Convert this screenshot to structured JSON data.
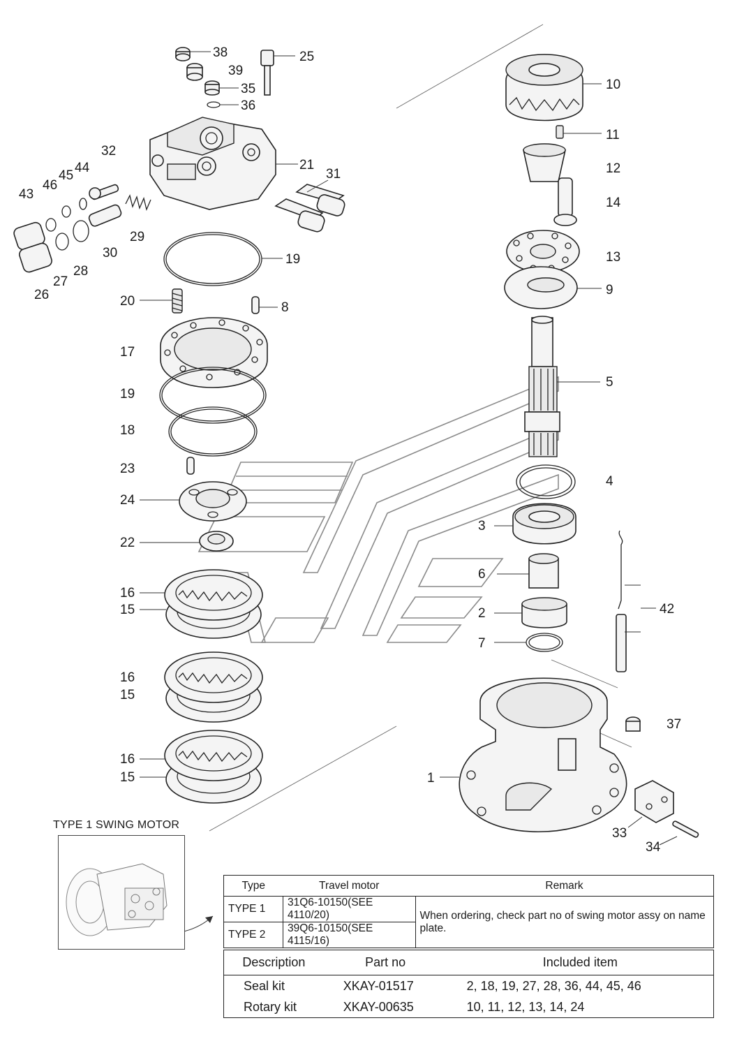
{
  "callouts": {
    "c38": "38",
    "c39": "39",
    "c35": "35",
    "c36": "36",
    "c25": "25",
    "c32": "32",
    "c44": "44",
    "c45": "45",
    "c46": "46",
    "c43": "43",
    "c21": "21",
    "c31": "31",
    "c29": "29",
    "c30": "30",
    "c28": "28",
    "c27": "27",
    "c26": "26",
    "c19a": "19",
    "c20": "20",
    "c8": "8",
    "c17": "17",
    "c19b": "19",
    "c18": "18",
    "c23": "23",
    "c24": "24",
    "c22": "22",
    "c16a": "16",
    "c15a": "15",
    "c16b": "16",
    "c15b": "15",
    "c16c": "16",
    "c15c": "15",
    "c10": "10",
    "c11": "11",
    "c12": "12",
    "c14": "14",
    "c13": "13",
    "c9": "9",
    "c5": "5",
    "c4": "4",
    "c3": "3",
    "c6": "6",
    "c2": "2",
    "c7": "7",
    "c42": "42",
    "c37": "37",
    "c1": "1",
    "c33": "33",
    "c34": "34"
  },
  "type1_caption": "TYPE 1 SWING MOTOR",
  "remark_table": {
    "headers": {
      "type": "Type",
      "motor": "Travel motor",
      "remark": "Remark"
    },
    "rows": [
      {
        "type": "TYPE 1",
        "motor": "31Q6-10150(SEE 4110/20)"
      },
      {
        "type": "TYPE 2",
        "motor": "39Q6-10150(SEE 4115/16)"
      }
    ],
    "remark": "When ordering, check part no of swing motor assy on name plate."
  },
  "kit_table": {
    "headers": {
      "description": "Description",
      "part_no": "Part no",
      "included": "Included item"
    },
    "rows": [
      {
        "description": "Seal kit",
        "part_no": "XKAY-01517",
        "included": "2, 18, 19, 27, 28, 36, 44, 45, 46"
      },
      {
        "description": "Rotary kit",
        "part_no": "XKAY-00635",
        "included": "10, 11, 12, 13, 14, 24"
      }
    ]
  }
}
